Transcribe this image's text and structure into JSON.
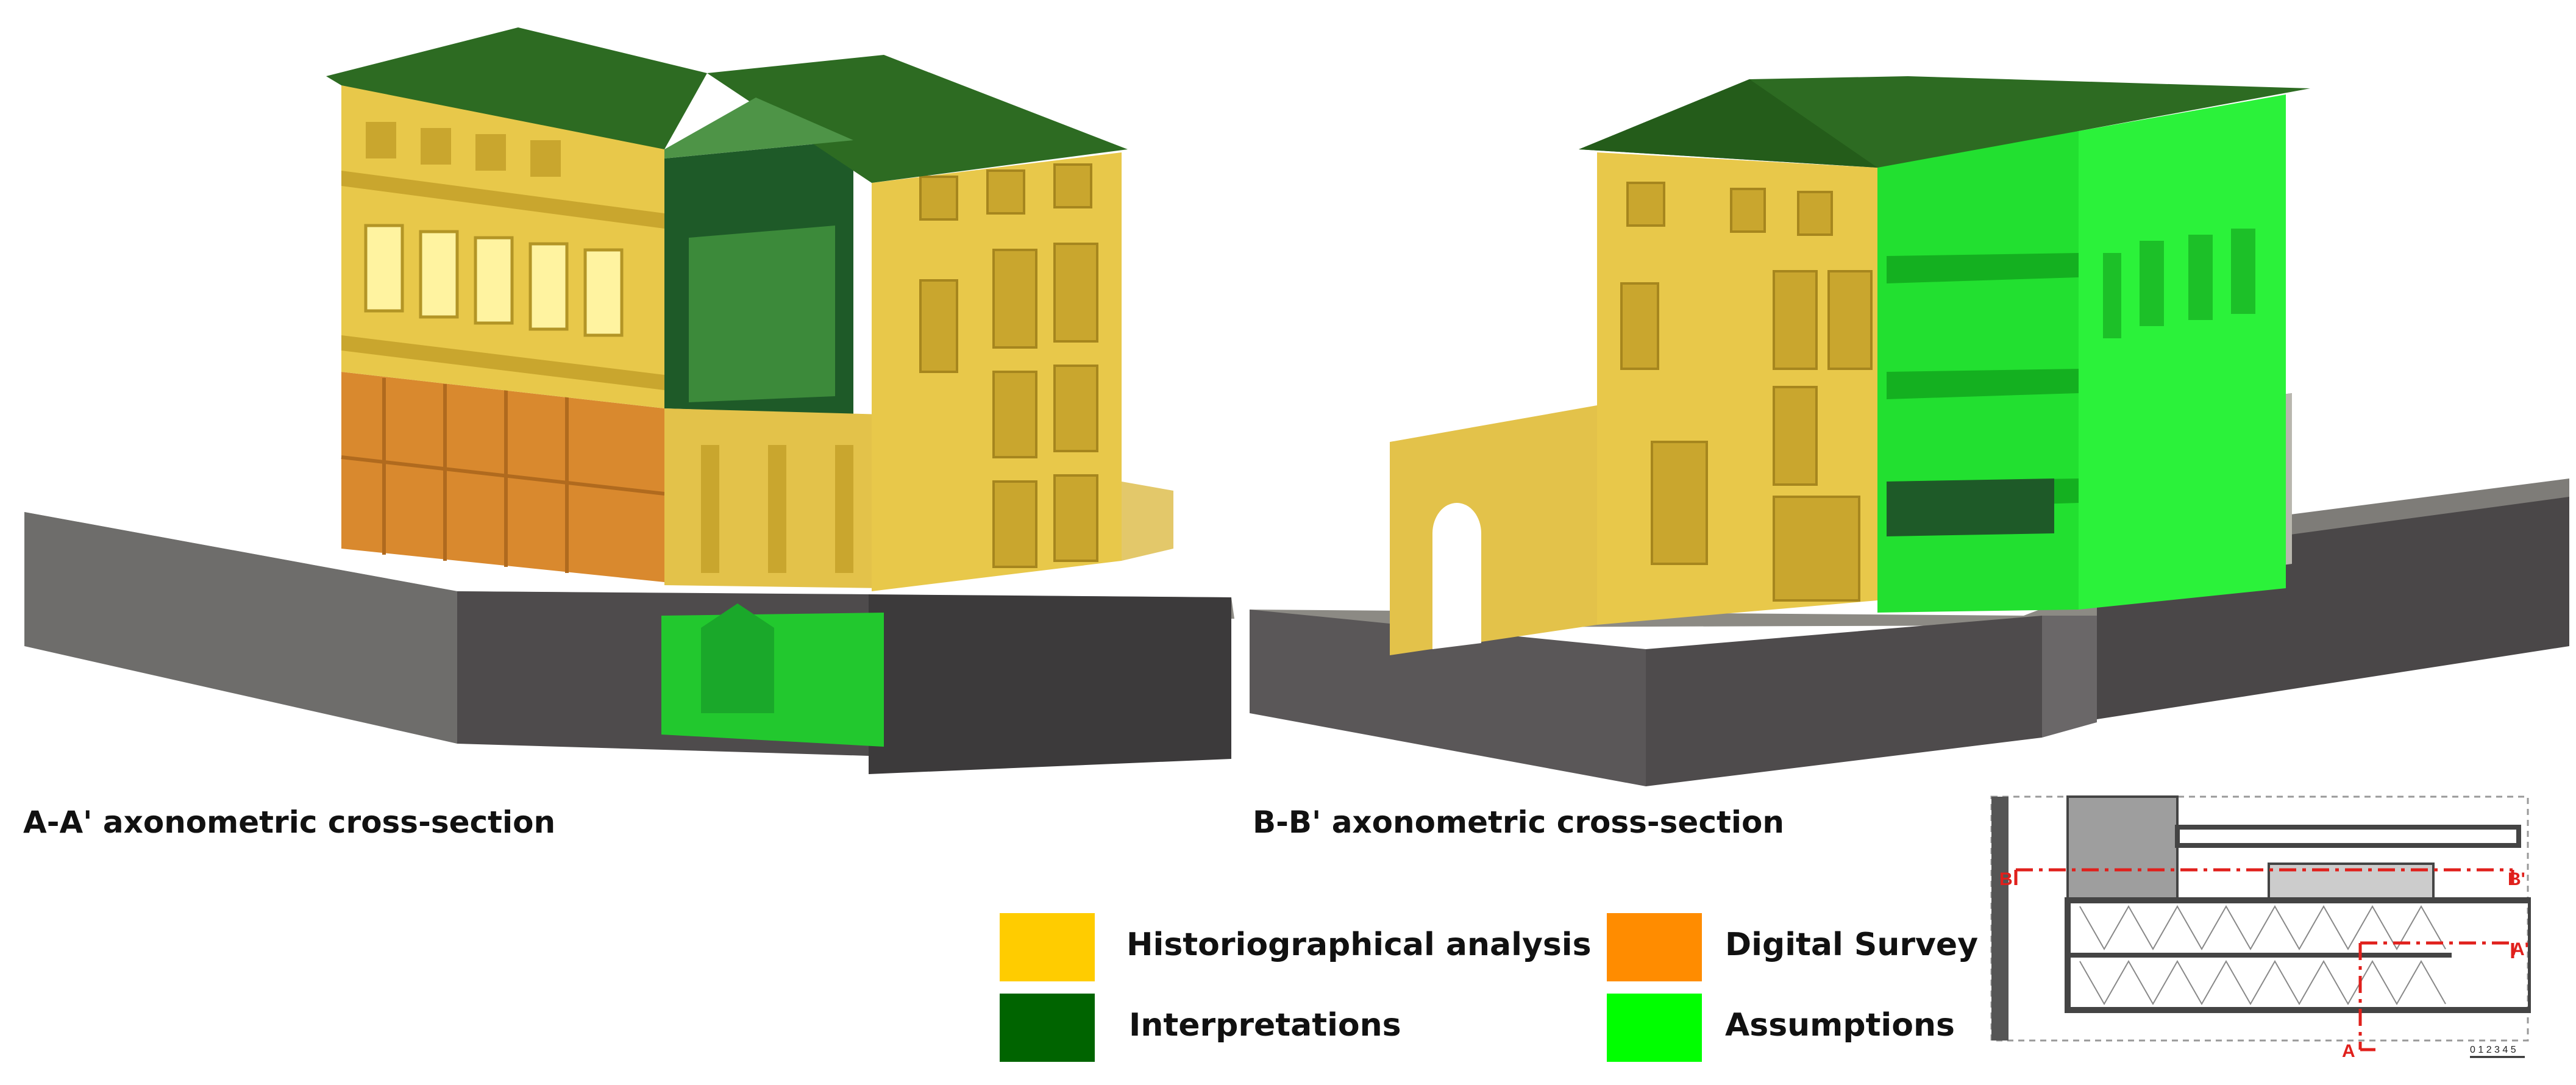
{
  "captions": {
    "a": "A-A' axonometric cross-section",
    "b": "B-B' axonometric cross-section"
  },
  "legend": [
    {
      "label": "Historiographical analysis",
      "color": "#FFCC00"
    },
    {
      "label": "Digital Survey",
      "color": "#FF8C00"
    },
    {
      "label": "Interpretations",
      "color": "#006400"
    },
    {
      "label": "Assumptions",
      "color": "#00FF00"
    }
  ],
  "plan": {
    "labels": {
      "b": "B",
      "b_prime": "B'",
      "a": "A",
      "a_prime": "A'"
    },
    "scale": "0 1 2 3 4 5"
  },
  "colors": {
    "historiographical": "#E8C84A",
    "historiographical_dark": "#C9A62E",
    "survey": "#D9892E",
    "interpretation_roof": "#2D6B22",
    "interpretation": "#1E5A28",
    "assumption": "#22E030",
    "base": "#4E4B4C",
    "section_line": "#E0201C"
  }
}
